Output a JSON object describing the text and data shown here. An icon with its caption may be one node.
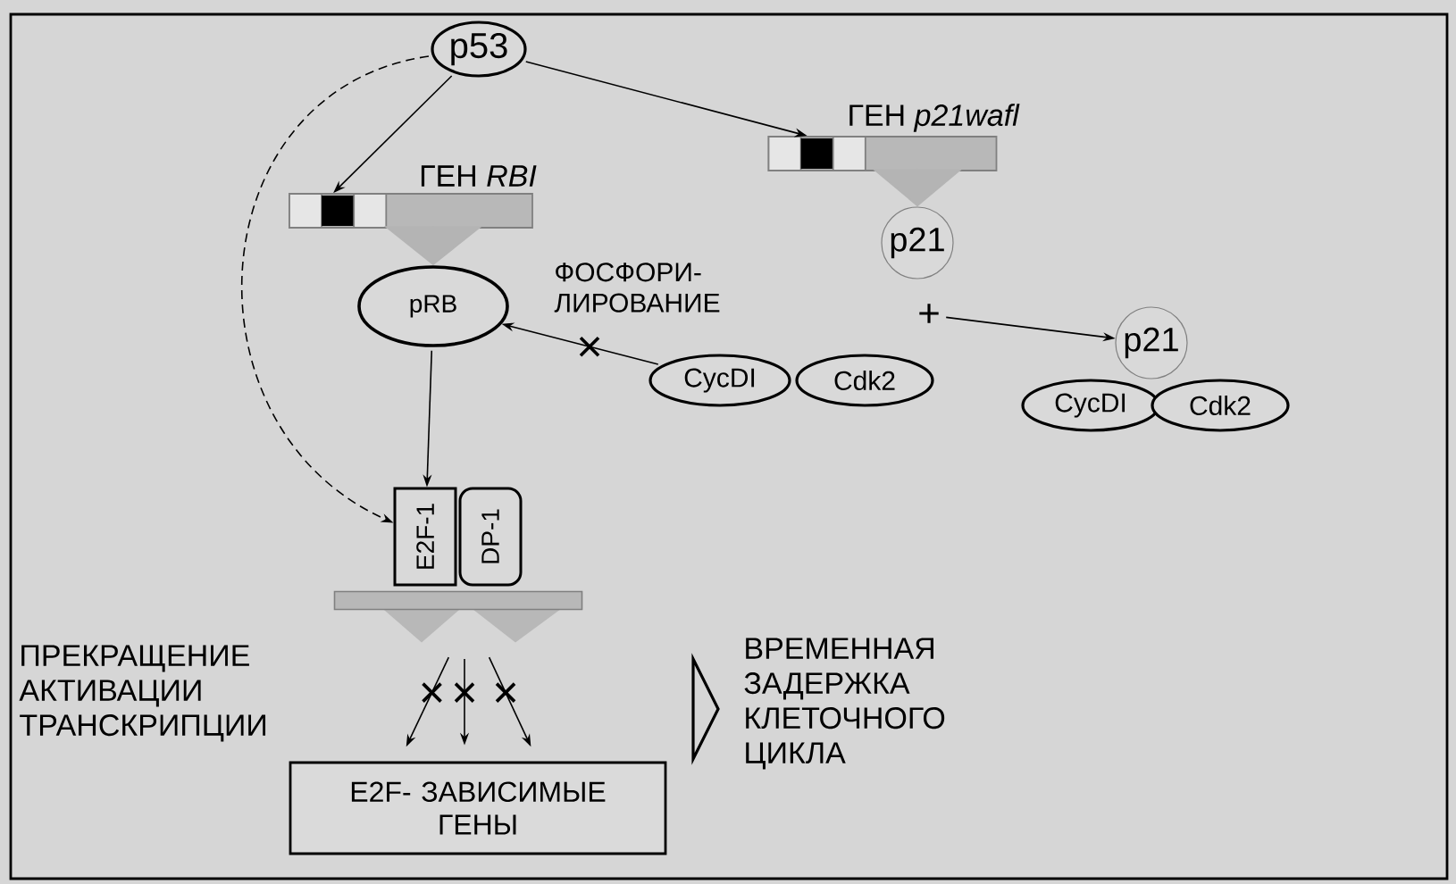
{
  "diagram": {
    "nodes": [
      {
        "text": [
          "p53"
        ]
      },
      {
        "text": [
          "ГЕН *RBI*"
        ]
      },
      {
        "text": [
          "ГЕН *p21wafl*"
        ]
      },
      {
        "text": [
          "pRB"
        ]
      },
      {
        "text": [
          "p21"
        ]
      },
      {
        "text": [
          "CycDI"
        ]
      },
      {
        "text": [
          "Cdk2"
        ]
      },
      {
        "text": [
          "p21"
        ]
      },
      {
        "text": [
          "CycDI"
        ]
      },
      {
        "text": [
          "Cdk2"
        ]
      },
      {
        "text": [
          "E2F-1"
        ]
      },
      {
        "text": [
          "DP-1"
        ]
      },
      {
        "text": [],
        "shape": "bar"
      },
      {
        "text": [
          "E2F- ЗАВИСИМЫЕ ГЕНЫ"
        ]
      },
      {
        "text": [
          "+"
        ]
      },
      {
        "text": [],
        "shape": "triangle"
      }
    ],
    "edges": [
      {
        "from": 0,
        "to": 1,
        "arrow": "to"
      },
      {
        "from": 0,
        "to": 2,
        "arrow": "to"
      },
      {
        "from": 0,
        "to": 10,
        "arrow": "to",
        "style": "dashed"
      },
      {
        "from": 1,
        "to": 3,
        "arrow": "to",
        "color": "#b4b4b4"
      },
      {
        "from": 2,
        "to": 4,
        "arrow": "to",
        "color": "#b4b4b4"
      },
      {
        "from": 5,
        "to": 3,
        "arrow": "to",
        "label": "ФОСФОРИ- ЛИРОВАНИЕ"
      },
      {
        "from": 3,
        "to": 10,
        "arrow": "to"
      },
      {
        "from": 14,
        "to": 7,
        "arrow": "to"
      },
      {
        "from": 12,
        "to": 13,
        "arrow": "to"
      },
      {
        "from": 12,
        "to": 13,
        "arrow": "to"
      },
      {
        "from": 12,
        "to": 13,
        "arrow": "to"
      }
    ],
    "labels": [
      "ПРЕКРАЩЕНИЕ АКТИВАЦИИ ТРАНСКРИПЦИИ",
      "ВРЕМЕННАЯ ЗАДЕРЖКА КЛЕТОЧНОГО ЦИКЛА"
    ]
  }
}
